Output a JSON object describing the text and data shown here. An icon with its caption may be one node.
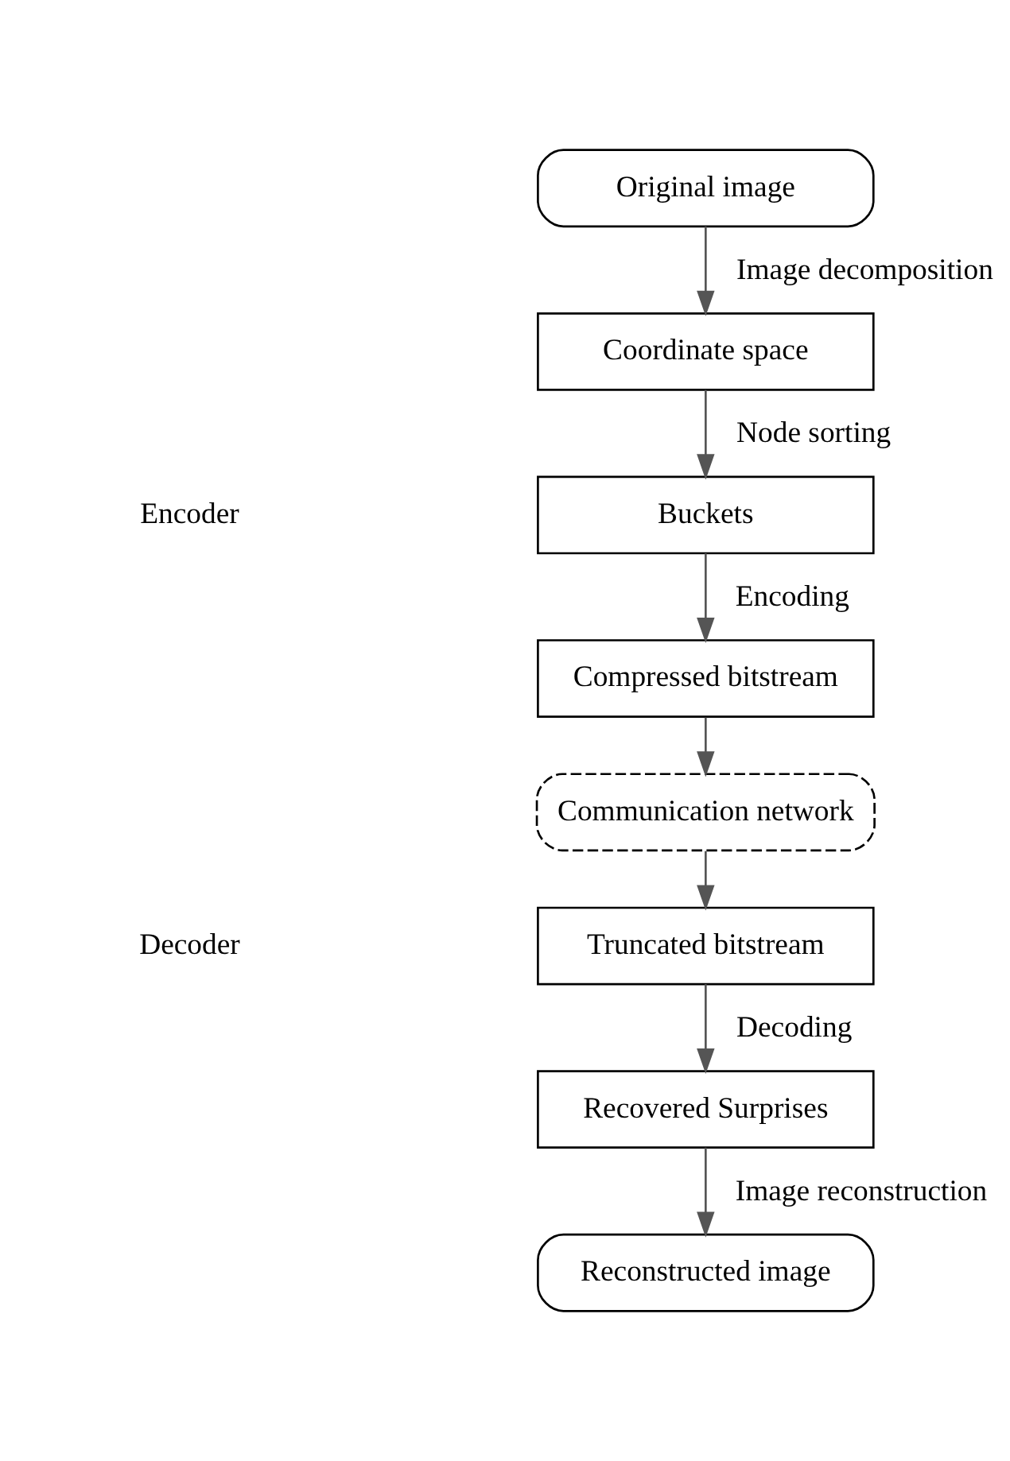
{
  "diagram": {
    "nodes": [
      {
        "text": [
          "Original image"
        ]
      },
      {
        "text": [
          "Coordinate space"
        ]
      },
      {
        "text": [
          "Buckets"
        ]
      },
      {
        "text": [
          "Compressed bitstream"
        ]
      },
      {
        "text": [
          "Communication network"
        ]
      },
      {
        "text": [
          "Truncated bitstream"
        ]
      },
      {
        "text": [
          "Recovered Surprises"
        ]
      },
      {
        "text": [
          "Reconstructed image"
        ]
      }
    ],
    "edges": [
      {
        "from": 0,
        "to": 1,
        "arrow": "to",
        "label": "Image decomposition"
      },
      {
        "from": 1,
        "to": 2,
        "arrow": "to",
        "label": "Node sorting"
      },
      {
        "from": 2,
        "to": 3,
        "arrow": "to",
        "label": "Encoding"
      },
      {
        "from": 3,
        "to": 4,
        "arrow": "to"
      },
      {
        "from": 4,
        "to": 5,
        "arrow": "to"
      },
      {
        "from": 5,
        "to": 6,
        "arrow": "to",
        "label": "Decoding"
      },
      {
        "from": 6,
        "to": 7,
        "arrow": "to",
        "label": "Image reconstruction"
      }
    ],
    "labels": [
      "Encoder",
      "Decoder"
    ]
  }
}
